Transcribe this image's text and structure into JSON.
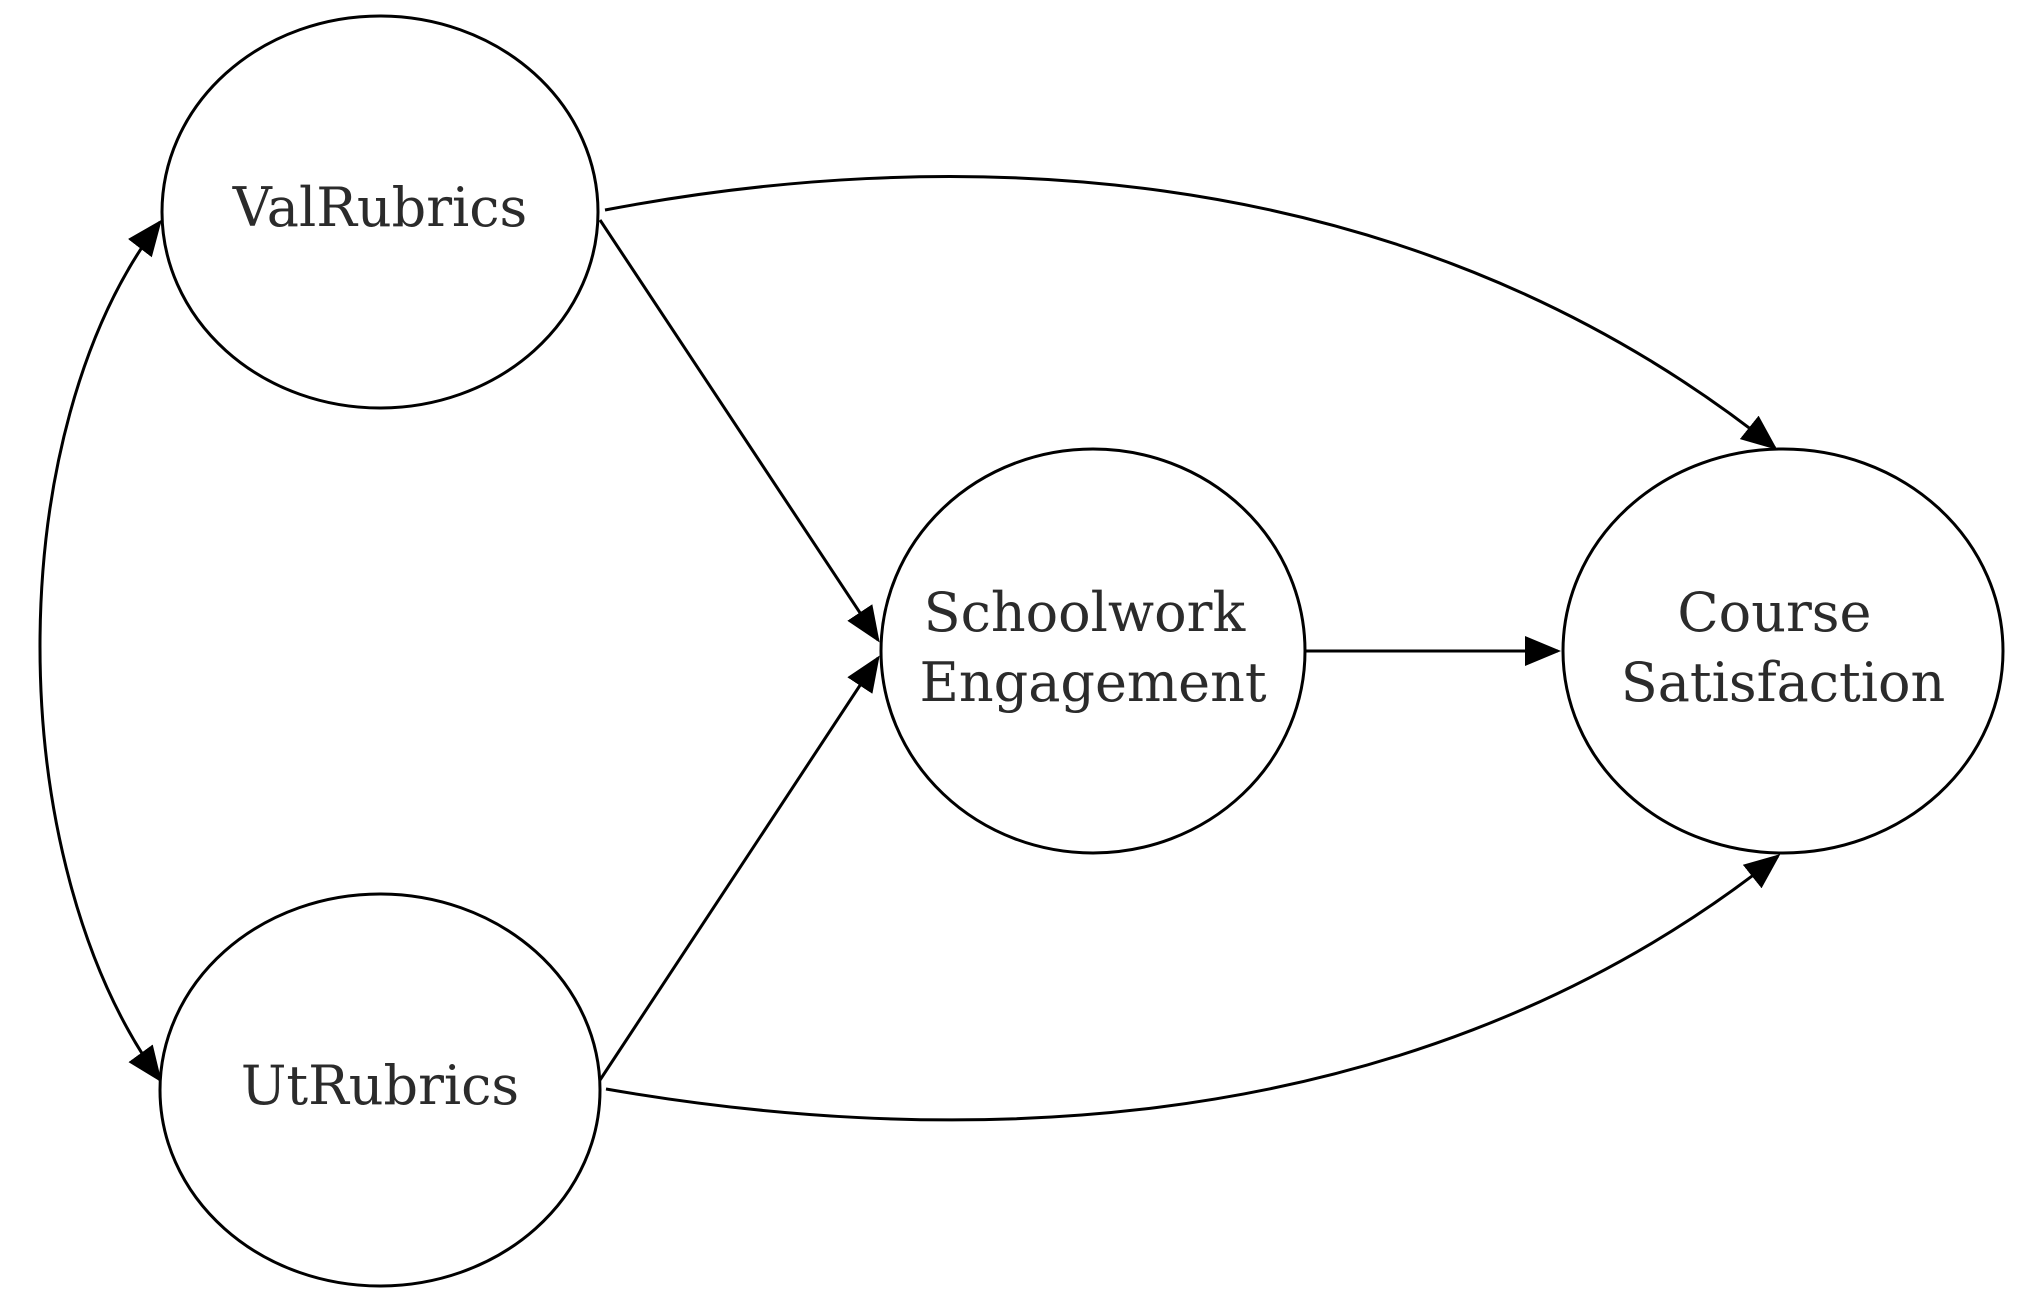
{
  "diagram": {
    "nodes": {
      "valrubrics": {
        "lines": [
          "ValRubrics"
        ]
      },
      "utrubrics": {
        "lines": [
          "UtRubrics"
        ]
      },
      "engagement": {
        "lines": [
          "Schoolwork",
          "Engagement"
        ]
      },
      "satisfaction": {
        "lines": [
          "Course",
          "Satisfaction"
        ]
      }
    },
    "edges": [
      {
        "from": "valrubrics",
        "to": "utrubrics",
        "direction": "bidirectional"
      },
      {
        "from": "valrubrics",
        "to": "engagement",
        "direction": "forward"
      },
      {
        "from": "utrubrics",
        "to": "engagement",
        "direction": "forward"
      },
      {
        "from": "engagement",
        "to": "satisfaction",
        "direction": "forward"
      },
      {
        "from": "valrubrics",
        "to": "satisfaction",
        "direction": "forward"
      },
      {
        "from": "utrubrics",
        "to": "satisfaction",
        "direction": "forward"
      }
    ],
    "colors": {
      "stroke": "#000000",
      "text": "#2b2b2b",
      "background": "#ffffff"
    }
  }
}
